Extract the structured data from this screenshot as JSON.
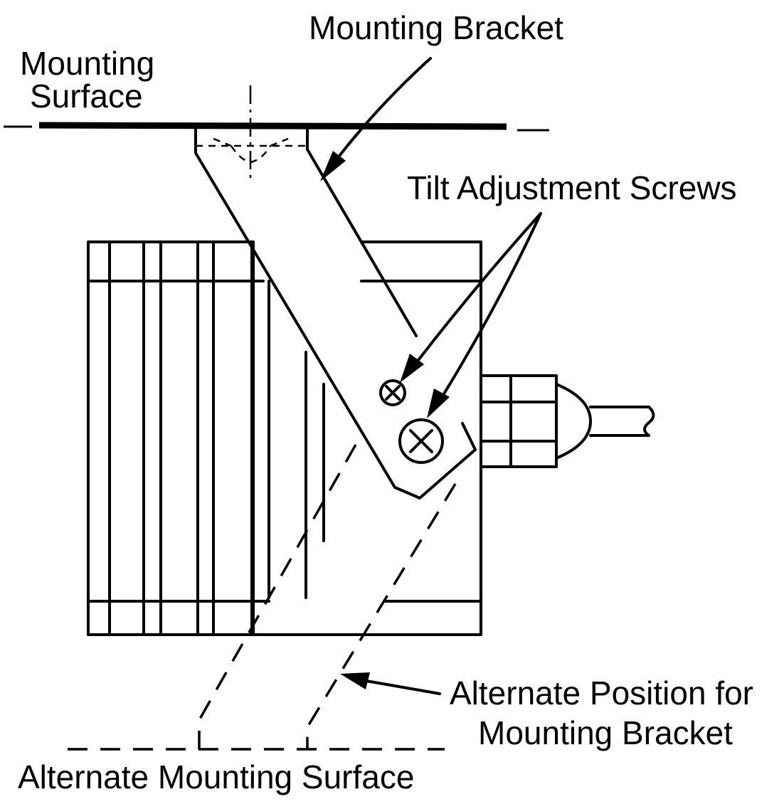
{
  "labels": {
    "mounting_bracket": "Mounting Bracket",
    "mounting_surface_line1": "Mounting",
    "mounting_surface_line2": "Surface",
    "tilt_adjustment_screws": "Tilt Adjustment Screws",
    "alternate_position_line1": "Alternate Position for",
    "alternate_position_line2": "Mounting Bracket",
    "alternate_mounting_surface": "Alternate Mounting Surface"
  },
  "icons": {
    "small_screw": "slotted-screw-icon",
    "large_screw": "phillips-screw-icon"
  },
  "colors": {
    "ink": "#000000",
    "background": "#ffffff"
  }
}
